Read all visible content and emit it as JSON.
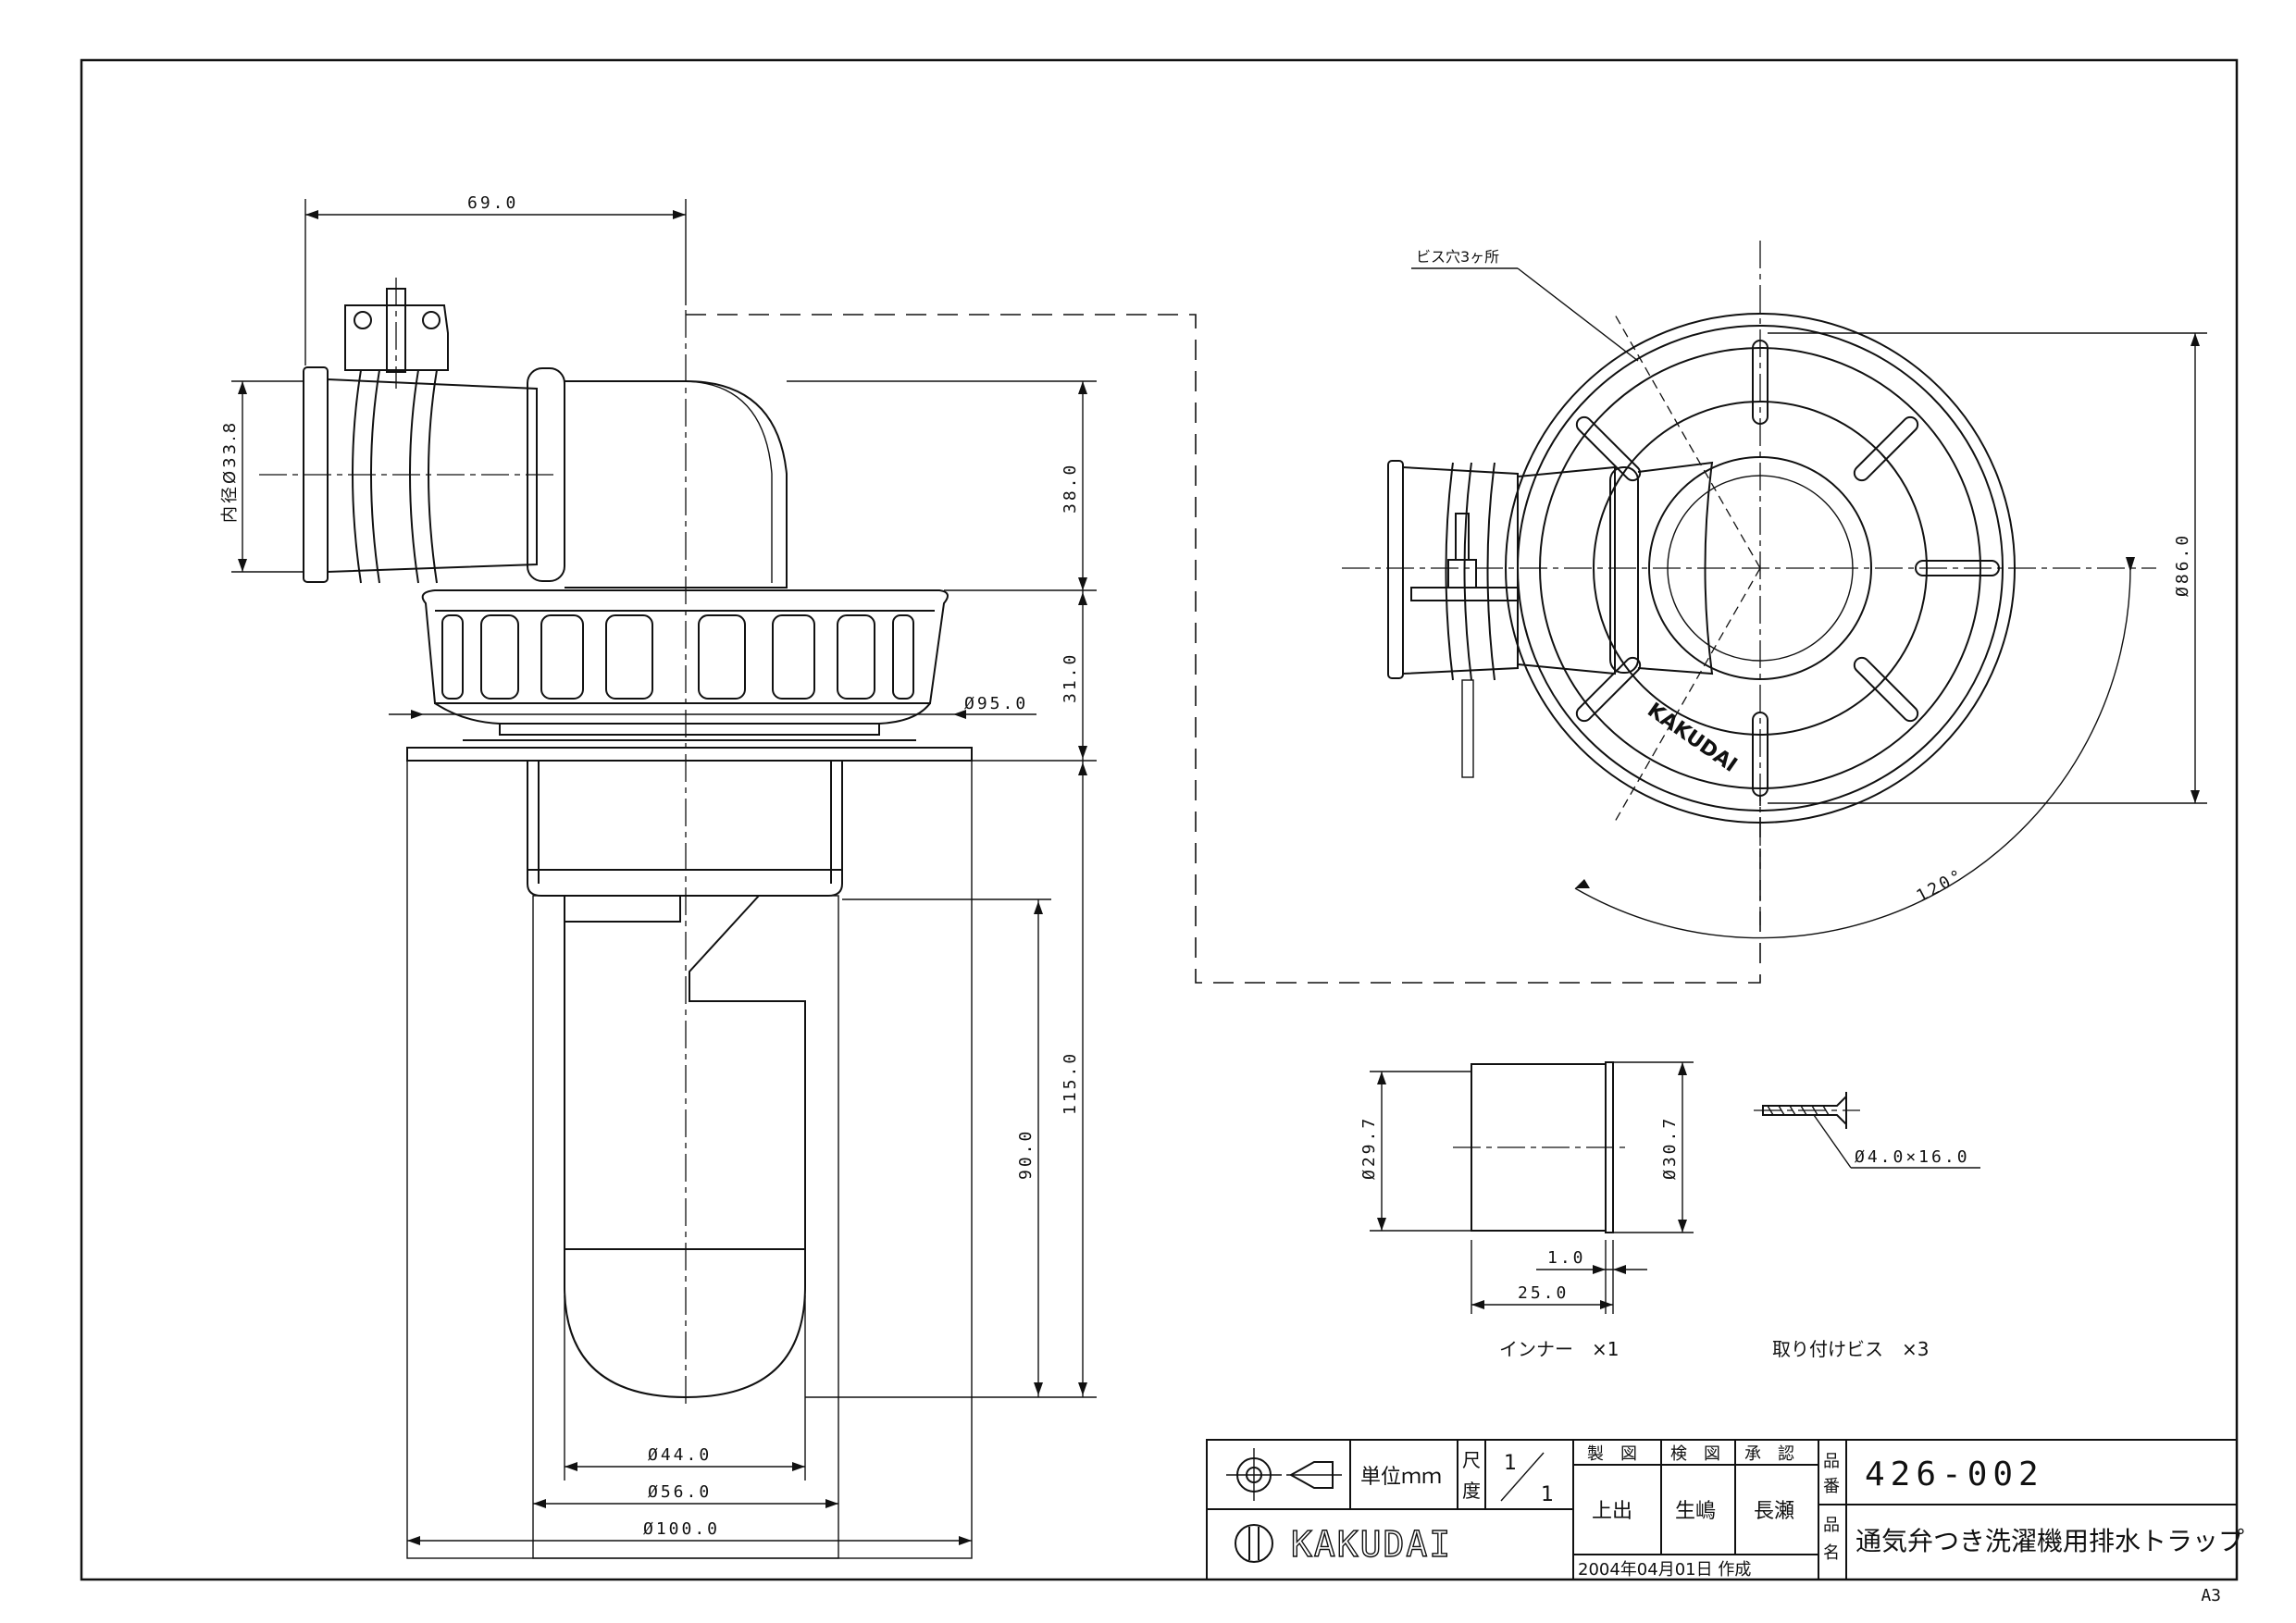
{
  "dimensions": {
    "width_69": "69.0",
    "inner_dia": "内径Ø33.8",
    "h_38": "38.0",
    "h_31": "31.0",
    "dia_95": "Ø95.0",
    "h_115": "115.0",
    "h_90": "90.0",
    "dia_44": "Ø44.0",
    "dia_56": "Ø56.0",
    "dia_100": "Ø100.0",
    "dia_86": "Ø86.0",
    "angle_120": "120°",
    "screw_holes": "ビス穴3ヶ所",
    "inner_dia_29": "Ø29.7",
    "inner_dia_30": "Ø30.7",
    "inner_1": "1.0",
    "inner_25": "25.0",
    "screw_size": "Ø4.0×16.0"
  },
  "parts": {
    "inner_label": "インナー　×1",
    "screw_label": "取り付けビス　×3"
  },
  "emboss": "KAKUDAI",
  "title_block": {
    "unit": "単位ｍｍ",
    "scale_label_1": "尺",
    "scale_label_2": "度",
    "scale_num": "1",
    "scale_den": "1",
    "made_label": "製　図",
    "checked_label": "検　図",
    "approved_label": "承　認",
    "made_by": "上出",
    "checked_by": "生嶋",
    "approved_by": "長瀬",
    "part_no_label_1": "品",
    "part_no_label_2": "番",
    "part_no": "426-002",
    "name_label_1": "品",
    "name_label_2": "名",
    "name": "通気弁つき洗濯機用排水トラップ",
    "date": "2004年04月01日 作成",
    "logo": "KAKUDAI"
  },
  "sheet_size": "A3"
}
